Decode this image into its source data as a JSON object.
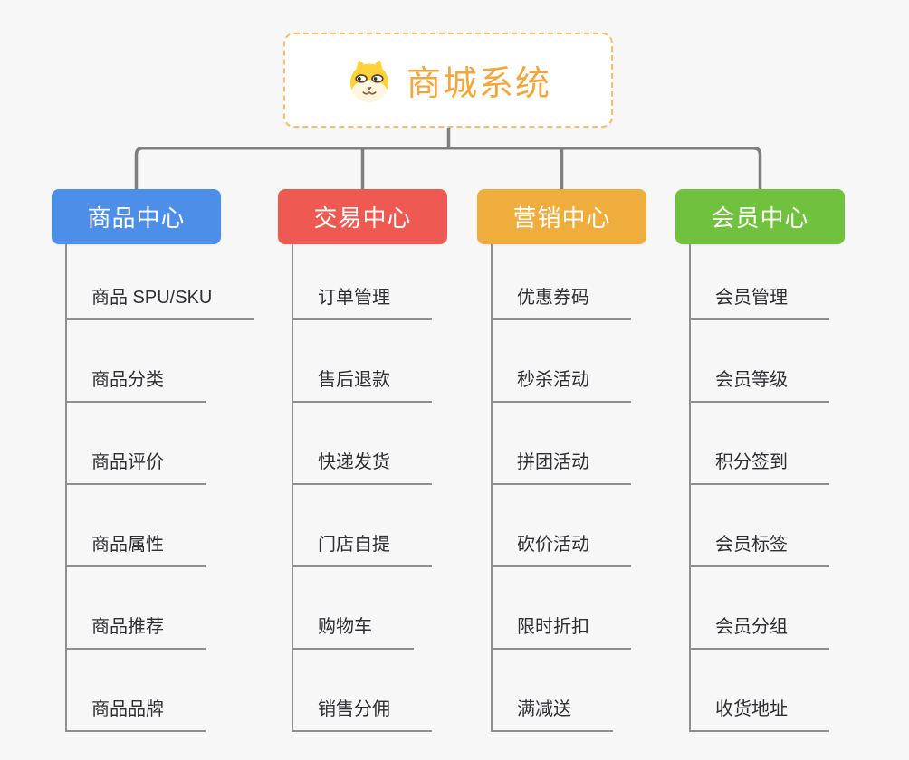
{
  "root": {
    "title": "商城系统",
    "icon": "dog-icon"
  },
  "columns": [
    {
      "title": "商品中心",
      "color": "#4d8fe8",
      "items": [
        "商品 SPU/SKU",
        "商品分类",
        "商品评价",
        "商品属性",
        "商品推荐",
        "商品品牌"
      ]
    },
    {
      "title": "交易中心",
      "color": "#ee5a52",
      "items": [
        "订单管理",
        "售后退款",
        "快递发货",
        "门店自提",
        "购物车",
        "销售分佣"
      ]
    },
    {
      "title": "营销中心",
      "color": "#eead3d",
      "items": [
        "优惠券码",
        "秒杀活动",
        "拼团活动",
        "砍价活动",
        "限时折扣",
        "满减送"
      ]
    },
    {
      "title": "会员中心",
      "color": "#6fc13e",
      "items": [
        "会员管理",
        "会员等级",
        "积分签到",
        "会员标签",
        "会员分组",
        "收货地址"
      ]
    }
  ],
  "colors": {
    "background": "#f7f7f8",
    "connector_line": "#7f7f7f",
    "item_line": "#8f8f8f",
    "item_text": "#2e2e33",
    "root_border": "#f6be69",
    "root_text": "#f1a73e"
  }
}
